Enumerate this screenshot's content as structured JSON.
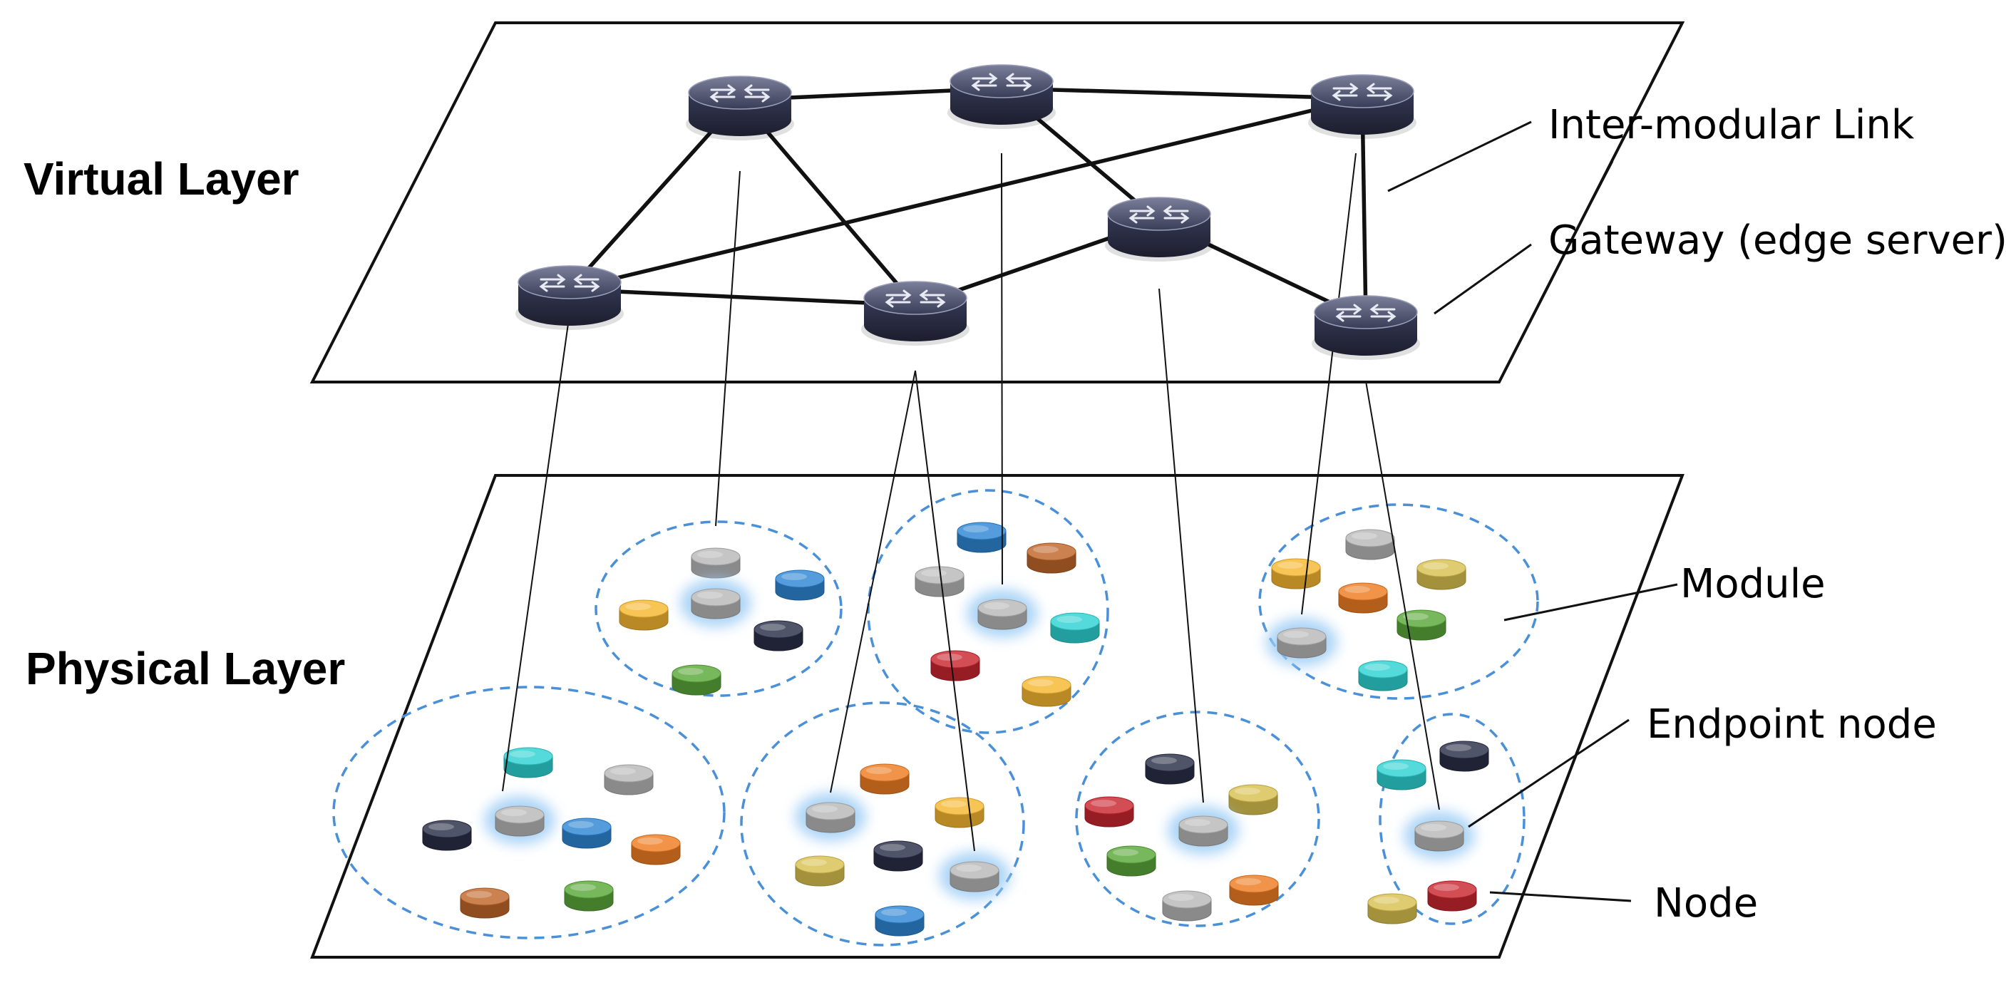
{
  "layers": {
    "virtual": "Virtual Layer",
    "physical": "Physical Layer"
  },
  "legend": {
    "inter_modular_link": "Inter-modular Link",
    "gateway": "Gateway (edge server)",
    "module": "Module",
    "endpoint_node": "Endpoint node",
    "node": "Node"
  },
  "colors": {
    "outline": "#111111",
    "module_border": "#4a90d9",
    "router": "#2c2f45",
    "node_gray": "#b8b8b8",
    "node_blue": "#2e86d4",
    "node_navy": "#2a2e48",
    "node_green": "#5aa83a",
    "node_yellow": "#f5b731",
    "node_orange": "#ee7d22",
    "node_brown": "#c0672a",
    "node_cyan": "#2fd2d2",
    "node_red": "#c8262e",
    "node_khaki": "#d9c150"
  }
}
